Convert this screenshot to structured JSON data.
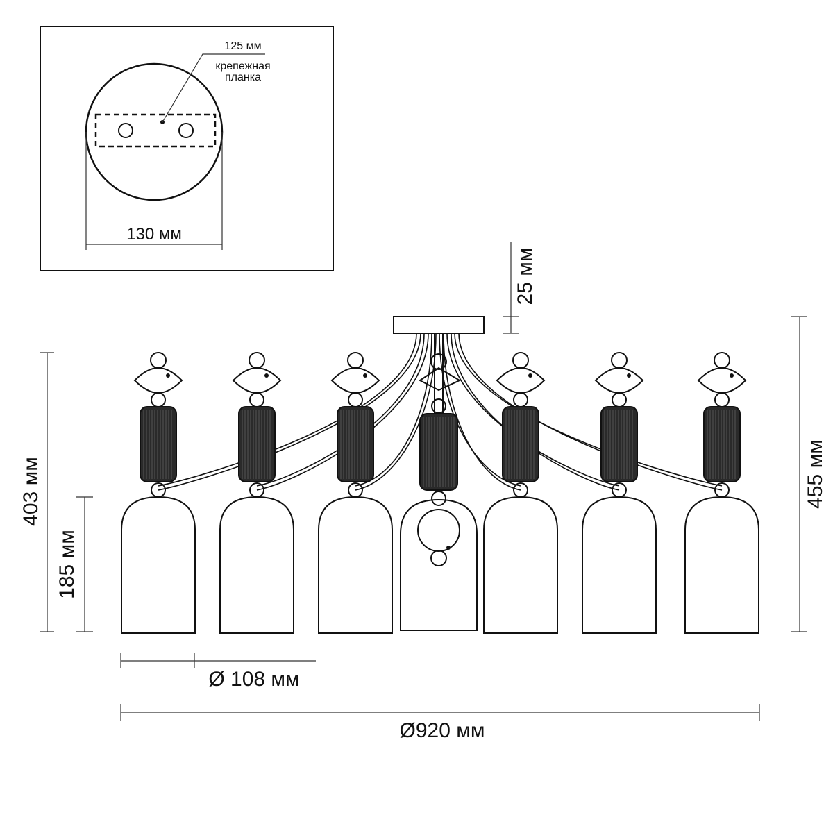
{
  "mount_detail": {
    "plate_length_label": "125 мм",
    "plate_caption_line1": "крепежная",
    "plate_caption_line2": "планка",
    "canopy_diameter_label": "130 мм"
  },
  "dimensions": {
    "canopy_height": "25 мм",
    "total_height": "455 мм",
    "arm_height": "403 мм",
    "shade_height": "185 мм",
    "shade_diameter": "Ø 108 мм",
    "overall_diameter": "Ø920 мм"
  }
}
